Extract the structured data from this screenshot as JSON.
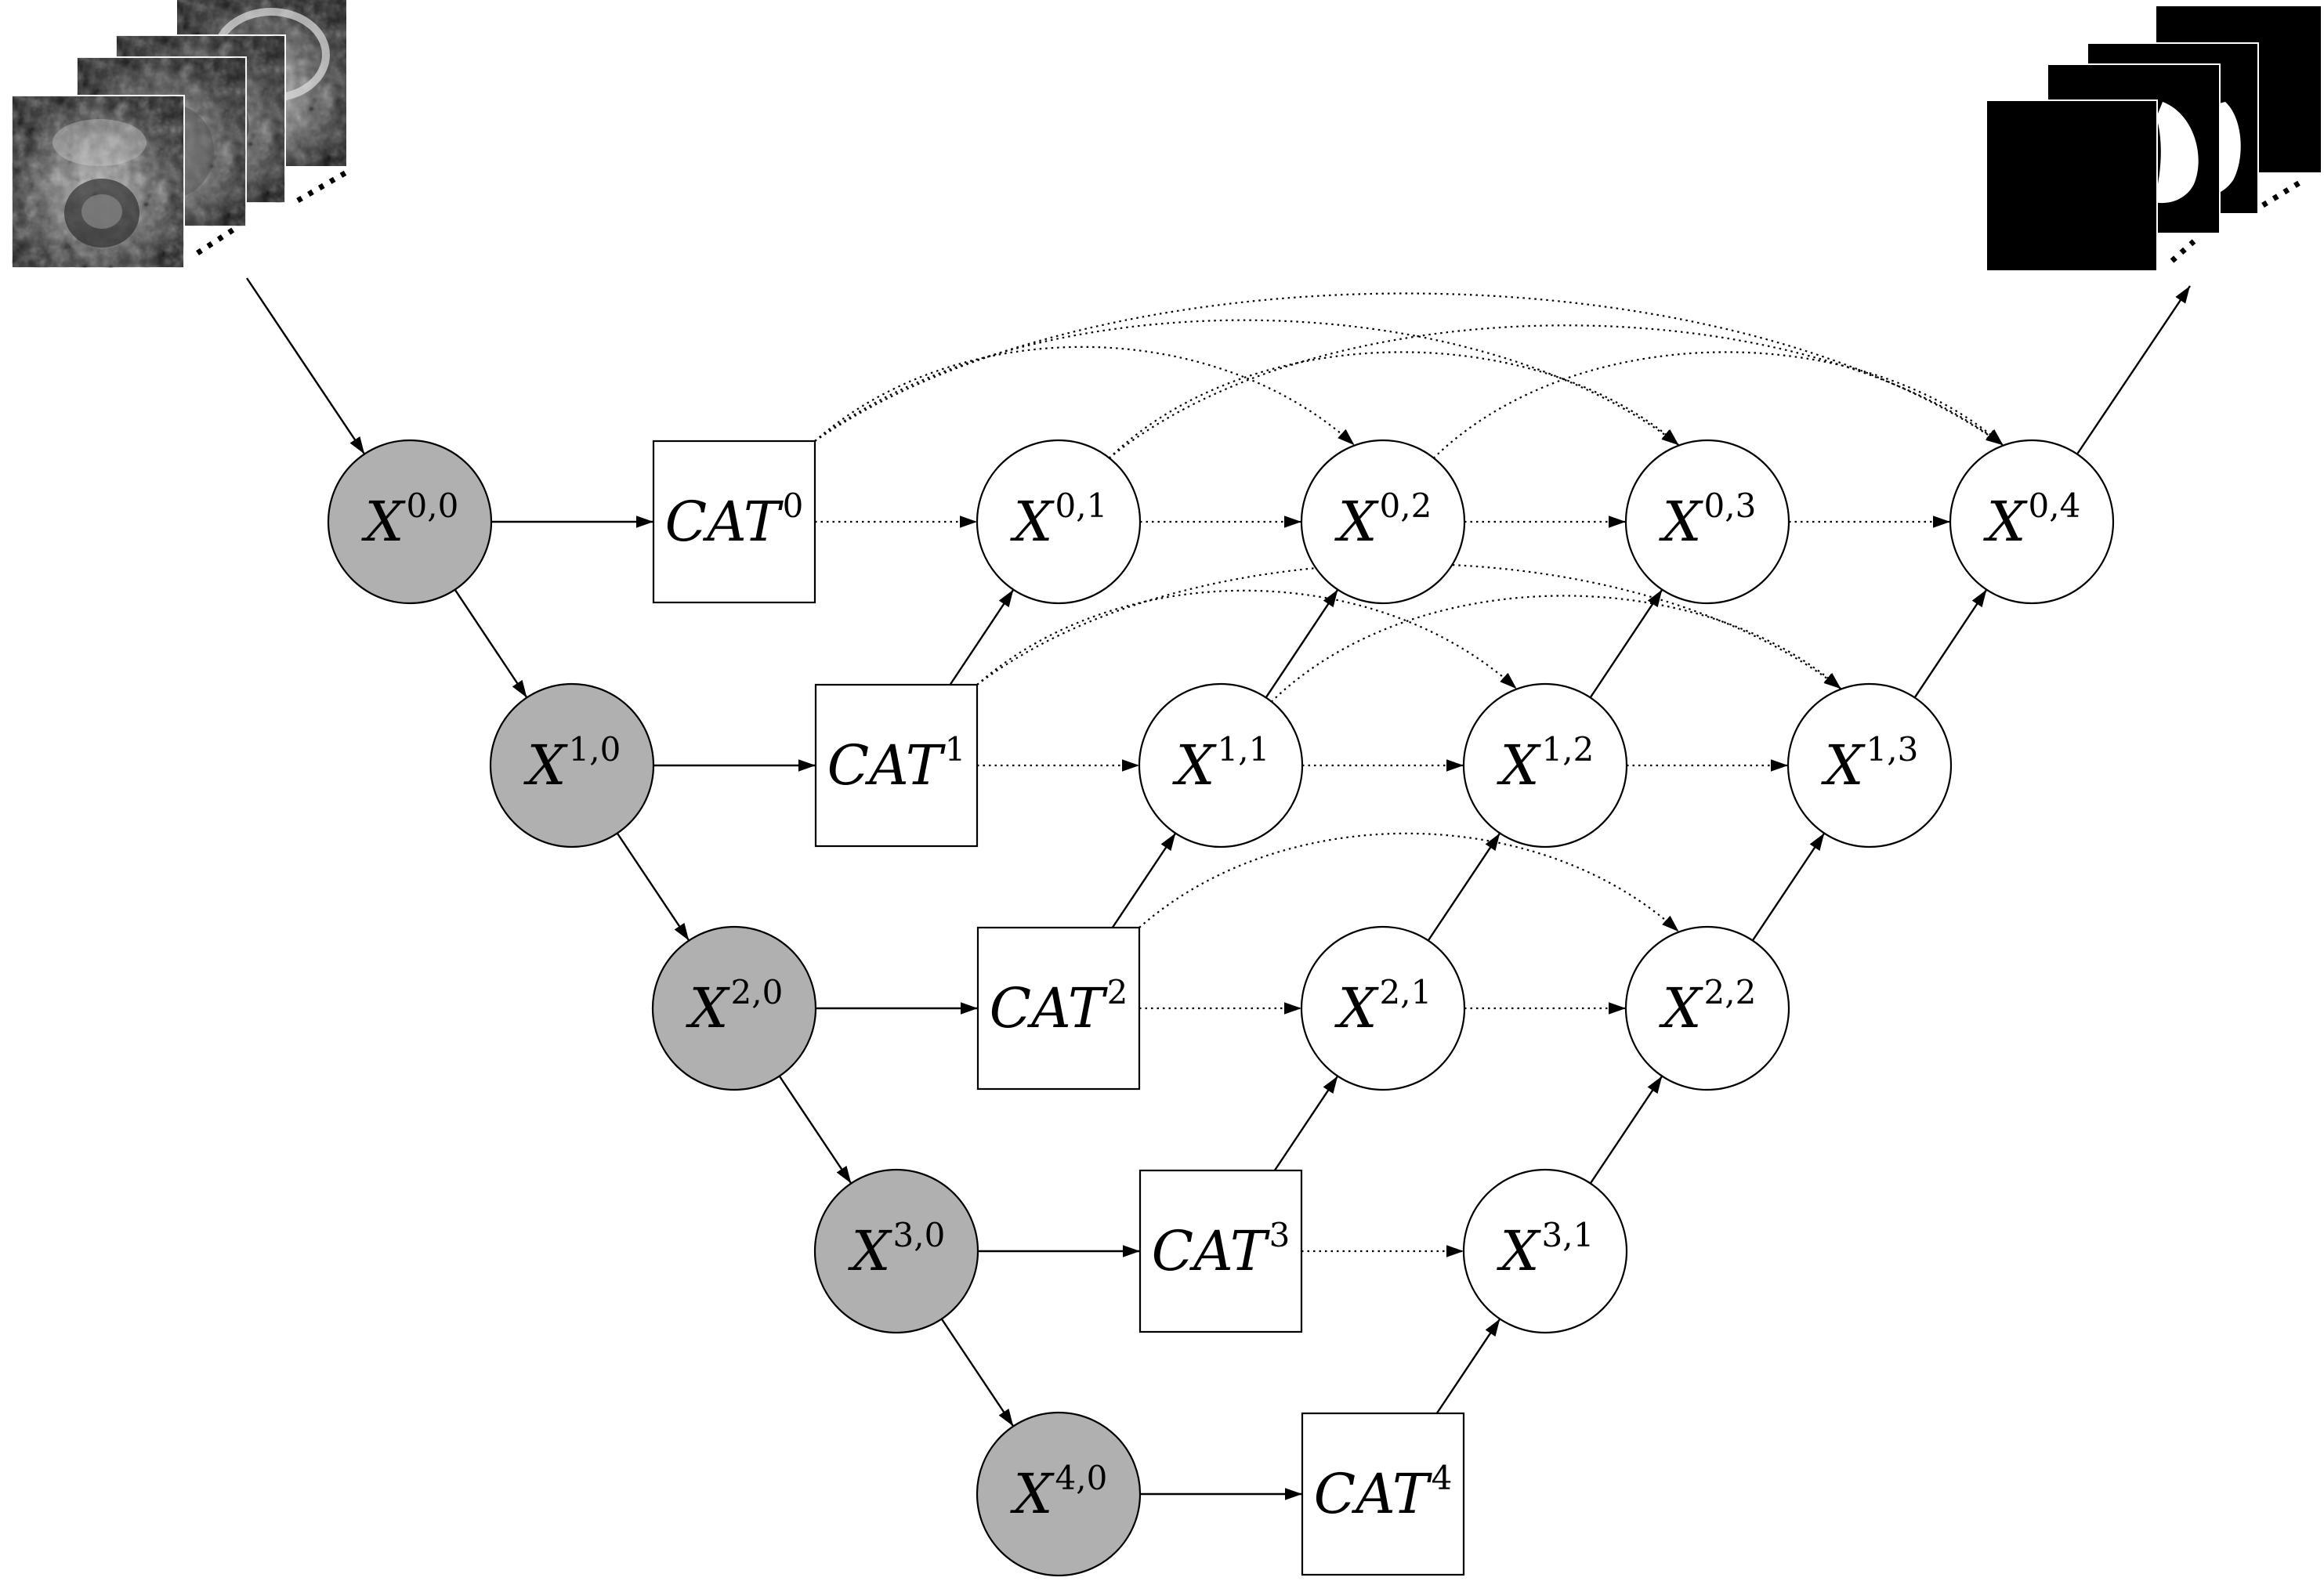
{
  "colors": {
    "encoder_fill": "#b0b0b0",
    "decoder_fill": "#ffffff",
    "stroke": "#000000",
    "mask_fill": "#000000",
    "mask_foreground": "#ffffff"
  },
  "input": {
    "icon": "mri-image-stack-icon"
  },
  "output": {
    "icon": "segmentation-mask-stack-icon"
  },
  "nodes": [
    {
      "id": "X00",
      "base": "X",
      "sup": "0,0",
      "type": "encoder"
    },
    {
      "id": "X10",
      "base": "X",
      "sup": "1,0",
      "type": "encoder"
    },
    {
      "id": "X20",
      "base": "X",
      "sup": "2,0",
      "type": "encoder"
    },
    {
      "id": "X30",
      "base": "X",
      "sup": "3,0",
      "type": "encoder"
    },
    {
      "id": "X40",
      "base": "X",
      "sup": "4,0",
      "type": "encoder"
    },
    {
      "id": "CAT0",
      "base": "CAT",
      "sup": "0",
      "type": "cat"
    },
    {
      "id": "CAT1",
      "base": "CAT",
      "sup": "1",
      "type": "cat"
    },
    {
      "id": "CAT2",
      "base": "CAT",
      "sup": "2",
      "type": "cat"
    },
    {
      "id": "CAT3",
      "base": "CAT",
      "sup": "3",
      "type": "cat"
    },
    {
      "id": "CAT4",
      "base": "CAT",
      "sup": "4",
      "type": "cat"
    },
    {
      "id": "X01",
      "base": "X",
      "sup": "0,1",
      "type": "decoder"
    },
    {
      "id": "X02",
      "base": "X",
      "sup": "0,2",
      "type": "decoder"
    },
    {
      "id": "X03",
      "base": "X",
      "sup": "0,3",
      "type": "decoder"
    },
    {
      "id": "X04",
      "base": "X",
      "sup": "0,4",
      "type": "decoder"
    },
    {
      "id": "X11",
      "base": "X",
      "sup": "1,1",
      "type": "decoder"
    },
    {
      "id": "X12",
      "base": "X",
      "sup": "1,2",
      "type": "decoder"
    },
    {
      "id": "X13",
      "base": "X",
      "sup": "1,3",
      "type": "decoder"
    },
    {
      "id": "X21",
      "base": "X",
      "sup": "2,1",
      "type": "decoder"
    },
    {
      "id": "X22",
      "base": "X",
      "sup": "2,2",
      "type": "decoder"
    },
    {
      "id": "X31",
      "base": "X",
      "sup": "3,1",
      "type": "decoder"
    }
  ],
  "edges_solid": [
    [
      "input",
      "X00"
    ],
    [
      "X00",
      "X10"
    ],
    [
      "X10",
      "X20"
    ],
    [
      "X20",
      "X30"
    ],
    [
      "X30",
      "X40"
    ],
    [
      "X00",
      "CAT0"
    ],
    [
      "X10",
      "CAT1"
    ],
    [
      "X20",
      "CAT2"
    ],
    [
      "X30",
      "CAT3"
    ],
    [
      "X40",
      "CAT4"
    ],
    [
      "CAT1",
      "X01"
    ],
    [
      "CAT2",
      "X11"
    ],
    [
      "CAT3",
      "X21"
    ],
    [
      "CAT4",
      "X31"
    ],
    [
      "X11",
      "X02"
    ],
    [
      "X21",
      "X12"
    ],
    [
      "X31",
      "X22"
    ],
    [
      "X12",
      "X03"
    ],
    [
      "X22",
      "X13"
    ],
    [
      "X13",
      "X04"
    ],
    [
      "X04",
      "output"
    ]
  ],
  "edges_dotted": [
    [
      "CAT0",
      "X01"
    ],
    [
      "X01",
      "X02"
    ],
    [
      "X02",
      "X03"
    ],
    [
      "X03",
      "X04"
    ],
    [
      "CAT1",
      "X11"
    ],
    [
      "X11",
      "X12"
    ],
    [
      "X12",
      "X13"
    ],
    [
      "CAT2",
      "X21"
    ],
    [
      "X21",
      "X22"
    ],
    [
      "CAT3",
      "X31"
    ]
  ],
  "edges_skip": [
    [
      "CAT0",
      "X02"
    ],
    [
      "CAT0",
      "X03"
    ],
    [
      "CAT0",
      "X04"
    ],
    [
      "X01",
      "X03"
    ],
    [
      "X01",
      "X04"
    ],
    [
      "X02",
      "X04"
    ],
    [
      "CAT1",
      "X12"
    ],
    [
      "CAT1",
      "X13"
    ],
    [
      "X11",
      "X13"
    ],
    [
      "CAT2",
      "X22"
    ]
  ]
}
